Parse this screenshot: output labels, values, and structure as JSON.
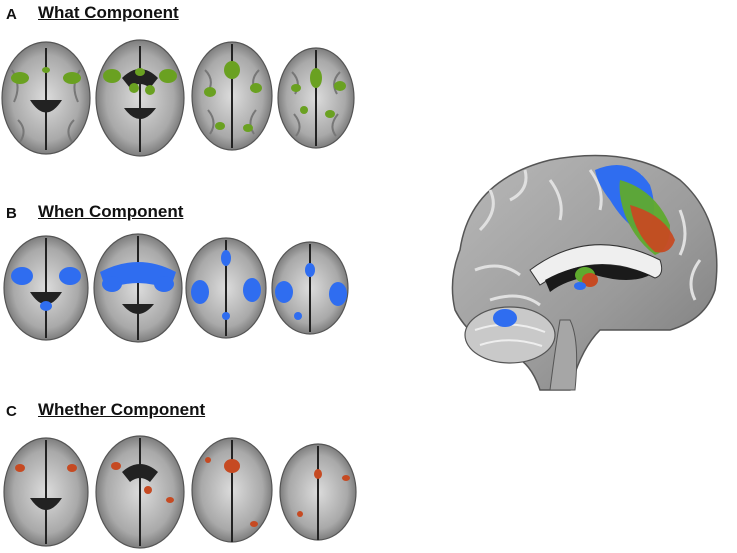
{
  "panels": [
    {
      "letter": "A",
      "title": "What Component",
      "blob_color": "#6aa121"
    },
    {
      "letter": "B",
      "title": "When Component",
      "blob_color": "#2f6df0"
    },
    {
      "letter": "C",
      "title": "Whether Component",
      "blob_color": "#c64a22"
    }
  ],
  "sagittal": {
    "overlay_colors": [
      "#2f6df0",
      "#5faa2e",
      "#c64a22"
    ]
  }
}
